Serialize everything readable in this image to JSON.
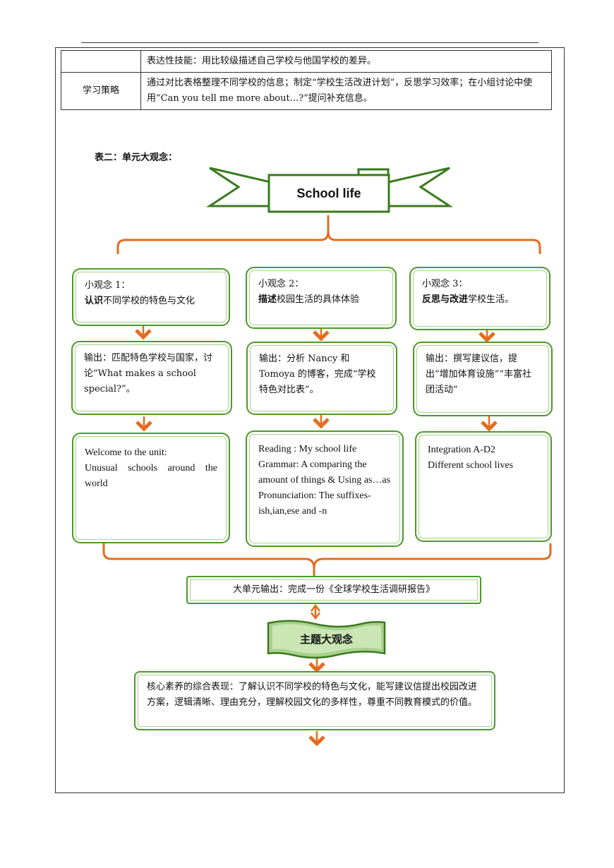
{
  "table": {
    "row1": {
      "label": "",
      "content": "表达性技能：用比较级描述自己学校与他国学校的差异。"
    },
    "row2": {
      "label": "学习策略",
      "content": "通过对比表格整理不同学校的信息；制定“学校生活改进计划”，反思学习效率；在小组讨论中使用“Can you tell me more about...?”提问补充信息。"
    }
  },
  "section_title": "表二：单元大观念：",
  "banner": "School life",
  "ideas": [
    {
      "title": "小观念 1：",
      "verb": "认识",
      "rest": "不同学校的特色与文化"
    },
    {
      "title": "小观念 2：",
      "verb": "描述",
      "rest": "校园生活的具体体验"
    },
    {
      "title": "小观念 3：",
      "verb": "反思与改进",
      "rest": "学校生活。"
    }
  ],
  "outputs": [
    "输出：匹配特色学校与国家，讨论“What makes a school special?”。",
    "输出：分析 Nancy 和 Tomoya 的博客，完成“学校特色对比表”。",
    "输出：撰写建议信，提出“增加体育设施”“丰富社团活动”"
  ],
  "lessons": [
    [
      "Welcome to the unit:",
      "Unusual schools around the world"
    ],
    [
      "Reading : My school life",
      "Grammar: A comparing the amount of things & Using as…as",
      "Pronunciation: The suffixes-ish,ian,ese and -n"
    ],
    [
      "Integration A-D2",
      "Different school lives"
    ]
  ],
  "unit_output": "大单元输出：完成一份《全球学校生活调研报告》",
  "theme": "主题大观念",
  "core": "核心素养的综合表现：了解认识不同学校的特色与文化，能写建议信提出校园改进方案，逻辑清晰、理由充分，理解校园文化的多样性，尊重不同教育模式的价值。",
  "colors": {
    "green": "#4c9a2a",
    "orange": "#e46c1f",
    "banner_green": "#3a7a1e"
  }
}
